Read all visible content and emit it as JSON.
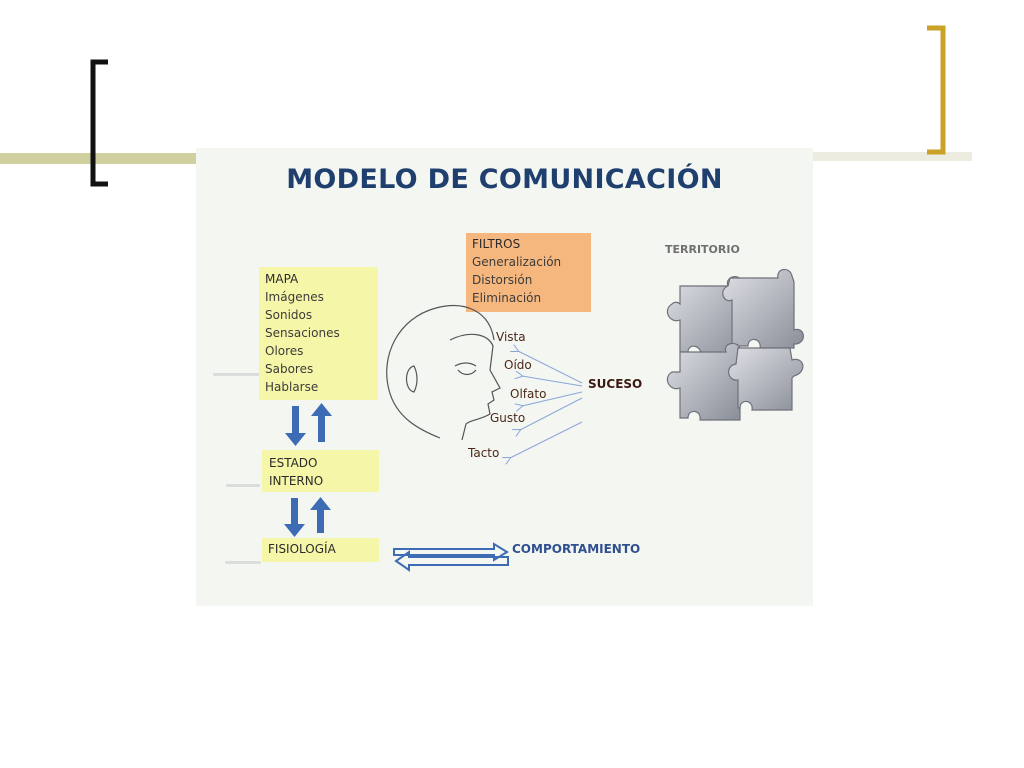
{
  "title": "MODELO DE COMUNICACIÓN",
  "mapa": {
    "header": "MAPA",
    "items": [
      "Imágenes",
      "Sonidos",
      "Sensaciones",
      "Olores",
      "Sabores",
      "Hablarse"
    ]
  },
  "filtros": {
    "header": "FILTROS",
    "items": [
      "Generalización",
      "Distorsión",
      "Eliminación"
    ]
  },
  "estado": {
    "line1": "ESTADO",
    "line2": "INTERNO"
  },
  "fisiologia": "FISIOLOGÍA",
  "comportamiento": "COMPORTAMIENTO",
  "territorio": "TERRITORIO",
  "suceso": "SUCESO",
  "senses": [
    "Vista",
    "Oído",
    "Olfato",
    "Gusto",
    "Tacto"
  ],
  "colors": {
    "title": "#1f3f6e",
    "yellow_box": "#f6f6a8",
    "orange_box": "#f6b77e",
    "arrow_blue": "#3d6cb5",
    "bracket_gold": "#c9a227",
    "band_olive": "#cfcf9f"
  }
}
